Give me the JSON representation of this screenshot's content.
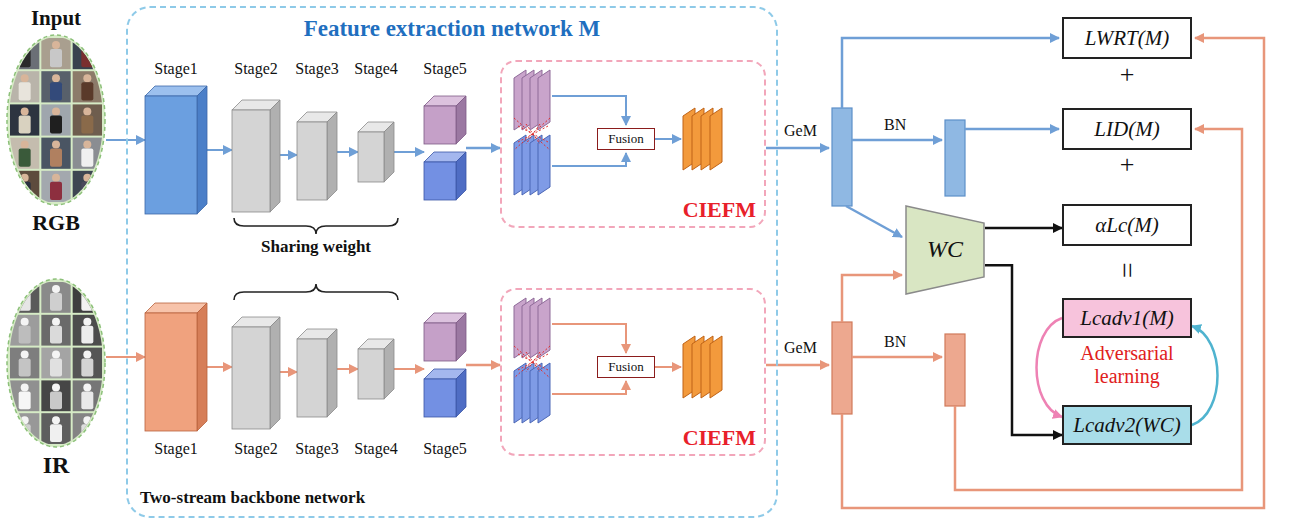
{
  "diagram": {
    "nodes": [
      {
        "text": [
          "Feature extraction network M"
        ]
      },
      {
        "text": [
          "Input",
          "RGB"
        ]
      },
      {
        "text": [
          "IR"
        ]
      },
      {
        "text": [
          "Stage1"
        ],
        "in": 0
      },
      {
        "text": [
          "Stage2"
        ],
        "in": 0
      },
      {
        "text": [
          "Stage3"
        ],
        "in": 0
      },
      {
        "text": [
          "Stage4"
        ],
        "in": 0
      },
      {
        "text": [
          "Stage5"
        ],
        "in": 0
      },
      {
        "text": [
          "CIEFM"
        ],
        "in": 0
      },
      {
        "text": [
          "Fusion"
        ],
        "in": 8
      },
      {
        "text": [
          "Stage1"
        ],
        "in": 0
      },
      {
        "text": [
          "Stage2"
        ],
        "in": 0
      },
      {
        "text": [
          "Stage3"
        ],
        "in": 0
      },
      {
        "text": [
          "Stage4"
        ],
        "in": 0
      },
      {
        "text": [
          "Stage5"
        ],
        "in": 0
      },
      {
        "text": [
          "CIEFM"
        ],
        "in": 0
      },
      {
        "text": [
          "Fusion"
        ],
        "in": 15
      },
      {
        "text": [
          "WC"
        ]
      },
      {
        "text": [
          "LWRT(M)"
        ]
      },
      {
        "text": [
          "LID(M)"
        ]
      },
      {
        "text": [
          "αLc(M)"
        ]
      },
      {
        "text": [
          "Lcadv1(M)"
        ]
      },
      {
        "text": [
          "Lcadv2(WC)"
        ]
      }
    ],
    "edges": [
      {
        "from": 1,
        "to": 3,
        "arrow": "to"
      },
      {
        "from": 3,
        "to": 4,
        "arrow": "to"
      },
      {
        "from": 4,
        "to": 5,
        "arrow": "to"
      },
      {
        "from": 5,
        "to": 6,
        "arrow": "to"
      },
      {
        "from": 6,
        "to": 7,
        "arrow": "to"
      },
      {
        "from": 7,
        "to": 8,
        "arrow": "to"
      },
      {
        "from": 2,
        "to": 10,
        "arrow": "to"
      },
      {
        "from": 10,
        "to": 11,
        "arrow": "to"
      },
      {
        "from": 11,
        "to": 12,
        "arrow": "to"
      },
      {
        "from": 12,
        "to": 13,
        "arrow": "to"
      },
      {
        "from": 13,
        "to": 14,
        "arrow": "to"
      },
      {
        "from": 14,
        "to": 15,
        "arrow": "to"
      },
      {
        "from": 17,
        "to": 20,
        "arrow": "to"
      },
      {
        "from": 17,
        "to": 22,
        "arrow": "to"
      },
      {
        "from": 21,
        "to": 22,
        "arrow": "to"
      },
      {
        "from": 22,
        "to": 21,
        "arrow": "to"
      }
    ],
    "labels": [
      "Sharing weight",
      "Two-stream backbone network",
      "GeM",
      "BN",
      "GeM",
      "BN",
      "+",
      "+",
      "=",
      "Adversarial learning"
    ]
  }
}
